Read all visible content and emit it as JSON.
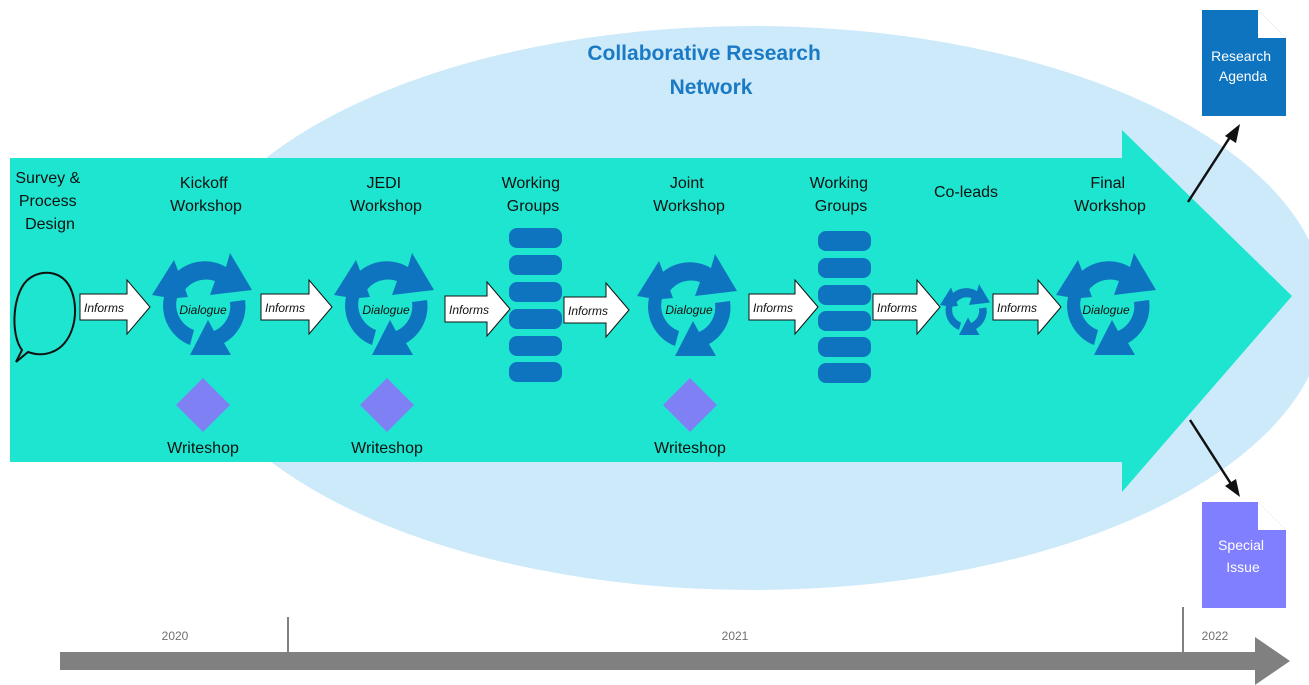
{
  "network_title": [
    "Collaborative Research",
    "Network"
  ],
  "stages": [
    {
      "id": "survey",
      "label": [
        "Survey &",
        "Process",
        "Design"
      ],
      "kind": "speech-bubble"
    },
    {
      "id": "kickoff",
      "label": [
        "Kickoff",
        "Workshop"
      ],
      "kind": "dialogue-cycle",
      "cycle_text": "Dialogue",
      "writeshop": "Writeshop"
    },
    {
      "id": "jedi",
      "label": [
        "JEDI",
        "Workshop"
      ],
      "kind": "dialogue-cycle",
      "cycle_text": "Dialogue",
      "writeshop": "Writeshop"
    },
    {
      "id": "working-groups-1",
      "label": [
        "Working",
        "Groups"
      ],
      "kind": "stacked-list",
      "blocks": 6
    },
    {
      "id": "joint",
      "label": [
        "Joint",
        "Workshop"
      ],
      "kind": "dialogue-cycle",
      "cycle_text": "Dialogue",
      "writeshop": "Writeshop"
    },
    {
      "id": "working-groups-2",
      "label": [
        "Working",
        "Groups"
      ],
      "kind": "stacked-list",
      "blocks": 6
    },
    {
      "id": "co-leads",
      "label": [
        "Co-leads"
      ],
      "kind": "small-cycle"
    },
    {
      "id": "final",
      "label": [
        "Final",
        "Workshop"
      ],
      "kind": "dialogue-cycle",
      "cycle_text": "Dialogue"
    }
  ],
  "connector_label": "Informs",
  "outputs": [
    {
      "id": "research-agenda",
      "label": [
        "Research",
        "Agenda"
      ],
      "color": "#0e74bf"
    },
    {
      "id": "special-issue",
      "label": [
        "Special",
        "Issue"
      ],
      "color": "#7f7fff"
    }
  ],
  "timeline": {
    "years": [
      "2020",
      "2021",
      "2022"
    ]
  },
  "colors": {
    "main_arrow": "#1de5cf",
    "ellipse": "#cdeafb",
    "cycle": "#0e74bf",
    "writeshop_diamond": "#8080f5",
    "timeline": "#808080",
    "title": "#1a7ac4"
  }
}
